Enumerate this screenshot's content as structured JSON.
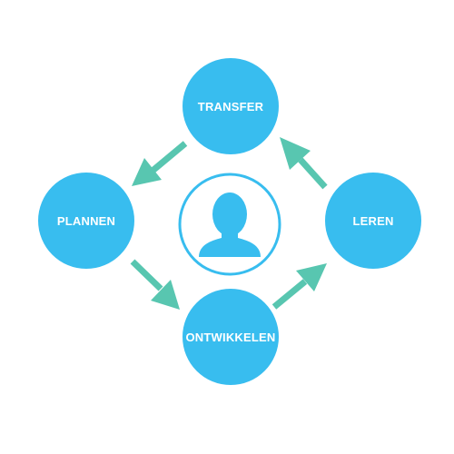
{
  "diagram": {
    "nodes": {
      "transfer": {
        "label": "TRANSFER"
      },
      "plannen": {
        "label": "PLANNEN"
      },
      "leren": {
        "label": "LEREN"
      },
      "ontwikkelen": {
        "label": "ONTWIKKELEN"
      }
    },
    "center": {
      "icon": "user-icon"
    },
    "arrows": [
      {
        "from": "transfer",
        "to": "plannen"
      },
      {
        "from": "plannen",
        "to": "ontwikkelen"
      },
      {
        "from": "ontwikkelen",
        "to": "leren"
      },
      {
        "from": "leren",
        "to": "transfer"
      }
    ]
  },
  "colors": {
    "node_fill": "#38bdef",
    "arrow": "#58c6b0",
    "node_text": "#ffffff",
    "background": "#ffffff"
  }
}
